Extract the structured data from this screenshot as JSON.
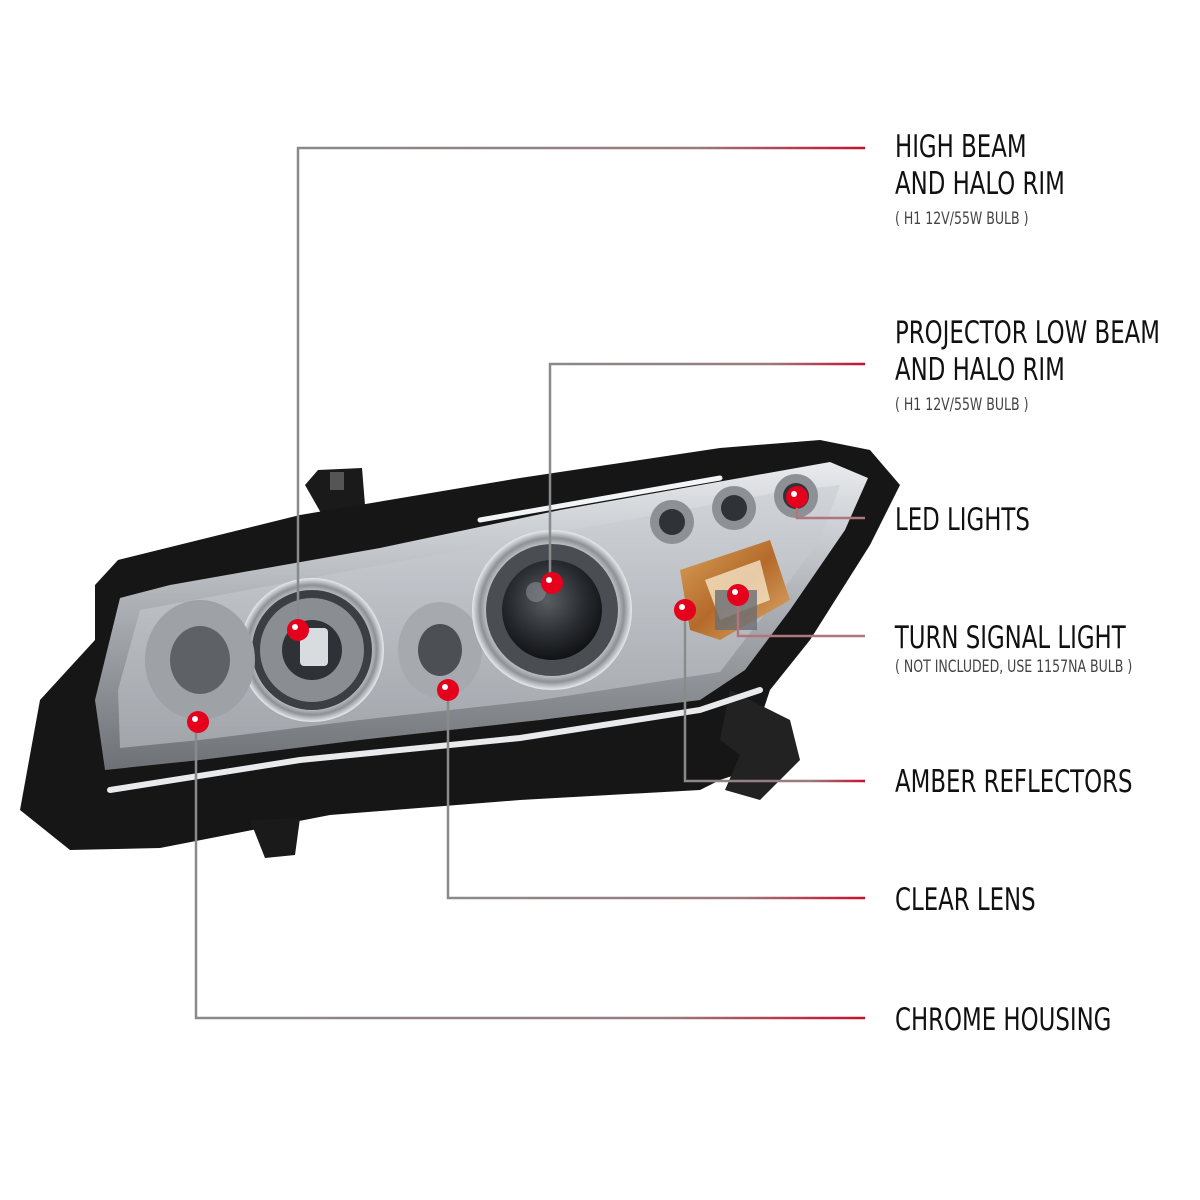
{
  "callouts": {
    "high_beam": {
      "line1": "HIGH BEAM",
      "line2": "AND HALO RIM",
      "spec": "( H1  12V/55W  BULB )"
    },
    "projector_low_beam": {
      "line1": "PROJECTOR LOW BEAM",
      "line2": "AND HALO RIM",
      "spec": "( H1  12V/55W  BULB )"
    },
    "led_lights": {
      "line1": "LED LIGHTS"
    },
    "turn_signal": {
      "line1": "TURN SIGNAL LIGHT",
      "spec": "( NOT INCLUDED, USE  1157NA  BULB )"
    },
    "amber_reflectors": {
      "line1": "AMBER REFLECTORS"
    },
    "clear_lens": {
      "line1": "CLEAR LENS"
    },
    "chrome_housing": {
      "line1": "CHROME HOUSING"
    }
  },
  "colors": {
    "marker": "#e5001c",
    "leader_start": "#8a8a8a",
    "leader_end": "#c8102e",
    "housing": "#1a1a1a",
    "chrome": "#b9bcc0"
  }
}
